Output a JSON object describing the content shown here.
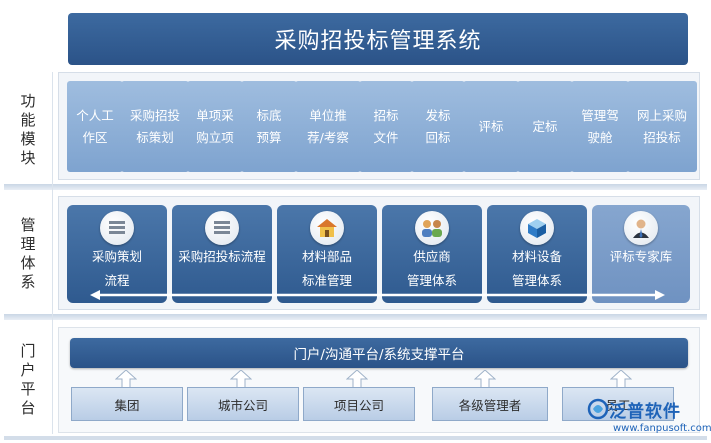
{
  "title": "采购招投标管理系统",
  "sections": {
    "function": [
      "功",
      "能",
      "模",
      "块"
    ],
    "management": [
      "管",
      "理",
      "体",
      "系"
    ],
    "portal": [
      "门",
      "户",
      "平",
      "台"
    ]
  },
  "modules": [
    {
      "lines": [
        "个人工",
        "作区"
      ]
    },
    {
      "lines": [
        "采购招投",
        "标策划"
      ]
    },
    {
      "lines": [
        "单项采",
        "购立项"
      ]
    },
    {
      "lines": [
        "标底",
        "预算"
      ]
    },
    {
      "lines": [
        "单位推",
        "荐/考察"
      ]
    },
    {
      "lines": [
        "招标",
        "文件"
      ]
    },
    {
      "lines": [
        "发标",
        "回标"
      ]
    },
    {
      "lines": [
        "评标"
      ]
    },
    {
      "lines": [
        "定标"
      ]
    },
    {
      "lines": [
        "管理驾",
        "驶舱"
      ]
    },
    {
      "lines": [
        "网上采购",
        "招投标"
      ]
    }
  ],
  "management": [
    {
      "lines": [
        "采购策划",
        "流程"
      ],
      "icon": "document-stack-icon"
    },
    {
      "lines": [
        "采购招投标流程"
      ],
      "icon": "document-stack-icon"
    },
    {
      "lines": [
        "材料部品",
        "标准管理"
      ],
      "icon": "house-icon"
    },
    {
      "lines": [
        "供应商",
        "管理体系"
      ],
      "icon": "people-group-icon"
    },
    {
      "lines": [
        "材料设备",
        "管理体系"
      ],
      "icon": "cube-icon"
    },
    {
      "lines": [
        "评标专家库"
      ],
      "icon": "expert-person-icon"
    }
  ],
  "portal": {
    "bar": "门户/沟通平台/系统支撑平台",
    "orgs": [
      "集团",
      "城市公司",
      "项目公司",
      "各级管理者",
      "员工"
    ]
  },
  "watermark": {
    "name": "泛普软件",
    "url": "www.fanpusoft.com"
  },
  "colors": {
    "dark_blue": "#2b5388",
    "light_blue": "#8fb0d9",
    "accent": "#1e63b8"
  }
}
